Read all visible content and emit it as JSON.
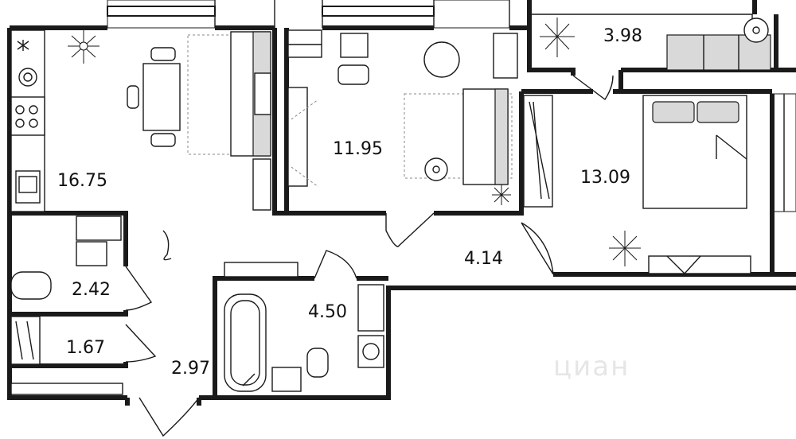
{
  "rooms": [
    {
      "id": "kitchen-living",
      "area": "16.75"
    },
    {
      "id": "bedroom-1",
      "area": "11.95"
    },
    {
      "id": "bedroom-2",
      "area": "13.09"
    },
    {
      "id": "balcony",
      "area": "3.98"
    },
    {
      "id": "corridor",
      "area": "4.14"
    },
    {
      "id": "bathroom",
      "area": "4.50"
    },
    {
      "id": "toilet",
      "area": "2.42"
    },
    {
      "id": "storage",
      "area": "1.67"
    },
    {
      "id": "hallway",
      "area": "2.97"
    }
  ],
  "watermark": "циан",
  "colors": {
    "walls": "#1a1a1a",
    "furniture_fill": "#d9d9d9",
    "background": "#ffffff"
  }
}
